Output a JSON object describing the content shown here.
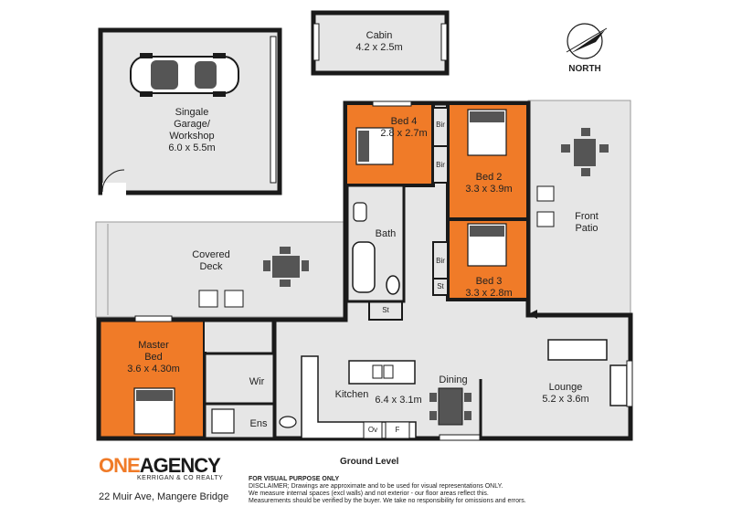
{
  "compass": {
    "label": "NORTH"
  },
  "rooms": {
    "cabin": {
      "name": "Cabin",
      "dims": "4.2 x 2.5m"
    },
    "garage": {
      "name_lines": [
        "Singale",
        "Garage/",
        "Workshop"
      ],
      "dims": "6.0 x 5.5m"
    },
    "bed4": {
      "name": "Bed 4",
      "dims": "2.8 x 2.7m"
    },
    "bed2": {
      "name": "Bed 2",
      "dims": "3.3 x 3.9m"
    },
    "bed3": {
      "name": "Bed 3",
      "dims": "3.3 x 2.8m"
    },
    "bath": {
      "name": "Bath"
    },
    "covered_deck": {
      "name_lines": [
        "Covered",
        "Deck"
      ]
    },
    "front_patio": {
      "name_lines": [
        "Front",
        "Patio"
      ]
    },
    "master": {
      "name_lines": [
        "Master",
        "Bed"
      ],
      "dims": "3.6 x 4.30m"
    },
    "wir": {
      "name": "Wir"
    },
    "ens": {
      "name": "Ens"
    },
    "kitchen": {
      "name": "Kitchen",
      "dims": "6.4 x 3.1m"
    },
    "dining": {
      "name": "Dining"
    },
    "lounge": {
      "name": "Lounge",
      "dims": "5.2 x 3.6m"
    },
    "bir_a": {
      "name": "Bir"
    },
    "bir_b": {
      "name": "Bir"
    },
    "bir_c": {
      "name": "Bir"
    },
    "st_a": {
      "name": "St"
    },
    "st_b": {
      "name": "St"
    },
    "ov": {
      "name": "Ov"
    },
    "fridge": {
      "name": "F"
    }
  },
  "footer": {
    "level": "Ground Level",
    "brand_one": "ONE",
    "brand_agency": "AGENCY",
    "brand_sub": "KERRIGAN & CO REALTY",
    "address": "22 Muir Ave, Mangere Bridge",
    "disclaimer_title": "FOR VISUAL PURPOSE ONLY",
    "disclaimer_lines": [
      "DISCLAIMER; Drawings are approximate and to be used for visual representations ONLY.",
      "We measure internal spaces (excl walls) and not exterior - our floor areas reflect this.",
      "Measurements should be verified by the buyer. We take no responsibility for omissions and errors."
    ]
  },
  "colors": {
    "bedroom": "#f07b28",
    "wall": "#1a1a1a",
    "floor": "#e6e6e6",
    "white": "#ffffff"
  }
}
